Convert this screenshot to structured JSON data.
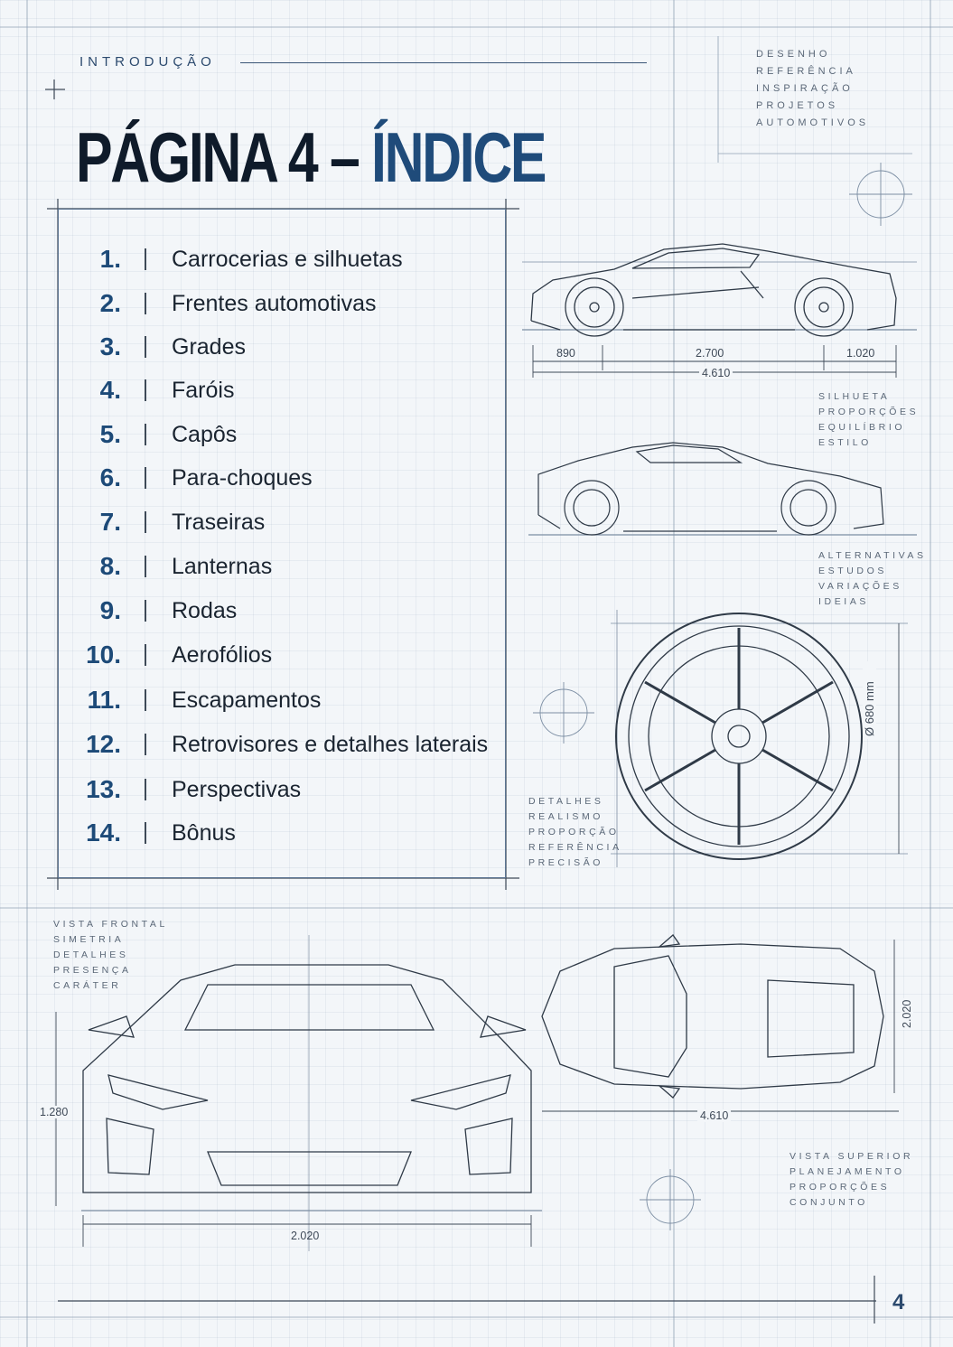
{
  "header": {
    "kicker": "INTRODUÇÃO",
    "title_part1": "PÁGINA 4 – ",
    "title_part2": "ÍNDICE"
  },
  "top_right_tags": [
    "DESENHO",
    "REFERÊNCIA",
    "INSPIRAÇÃO",
    "PROJETOS",
    "AUTOMOTIVOS"
  ],
  "index": {
    "items": [
      {
        "num": "1.",
        "label": "Carrocerias e silhuetas"
      },
      {
        "num": "2.",
        "label": "Frentes automotivas"
      },
      {
        "num": "3.",
        "label": "Grades"
      },
      {
        "num": "4.",
        "label": "Faróis"
      },
      {
        "num": "5.",
        "label": "Capôs"
      },
      {
        "num": "6.",
        "label": "Para-choques"
      },
      {
        "num": "7.",
        "label": "Traseiras"
      },
      {
        "num": "8.",
        "label": "Lanternas"
      },
      {
        "num": "9.",
        "label": "Rodas"
      },
      {
        "num": "10.",
        "label": "Aerofólios"
      },
      {
        "num": "11.",
        "label": "Escapamentos"
      },
      {
        "num": "12.",
        "label": "Retrovisores e detalhes laterais"
      },
      {
        "num": "13.",
        "label": "Perspectivas"
      },
      {
        "num": "14.",
        "label": "Bônus"
      }
    ]
  },
  "side_view": {
    "dims": {
      "front_overhang": "890",
      "wheelbase": "2.700",
      "rear_overhang": "1.020",
      "length": "4.610"
    },
    "tags": [
      "SILHUETA",
      "PROPORÇÕES",
      "EQUILÍBRIO",
      "ESTILO"
    ]
  },
  "alt_view": {
    "tags": [
      "ALTERNATIVAS",
      "ESTUDOS",
      "VARIAÇÕES",
      "IDEIAS"
    ]
  },
  "wheel_view": {
    "diameter": "Ø 680 mm",
    "tags": [
      "DETALHES",
      "REALISMO",
      "PROPORÇÃO",
      "REFERÊNCIA",
      "PRECISÃO"
    ]
  },
  "front_view": {
    "tags": [
      "VISTA FRONTAL",
      "SIMETRIA",
      "DETALHES",
      "PRESENÇA",
      "CARÁTER"
    ],
    "height": "1.280",
    "width": "2.020"
  },
  "top_view": {
    "width": "2.020",
    "length": "4.610",
    "tags": [
      "VISTA SUPERIOR",
      "PLANEJAMENTO",
      "PROPORÇÕES",
      "CONJUNTO"
    ]
  },
  "footer": {
    "page_number": "4"
  }
}
